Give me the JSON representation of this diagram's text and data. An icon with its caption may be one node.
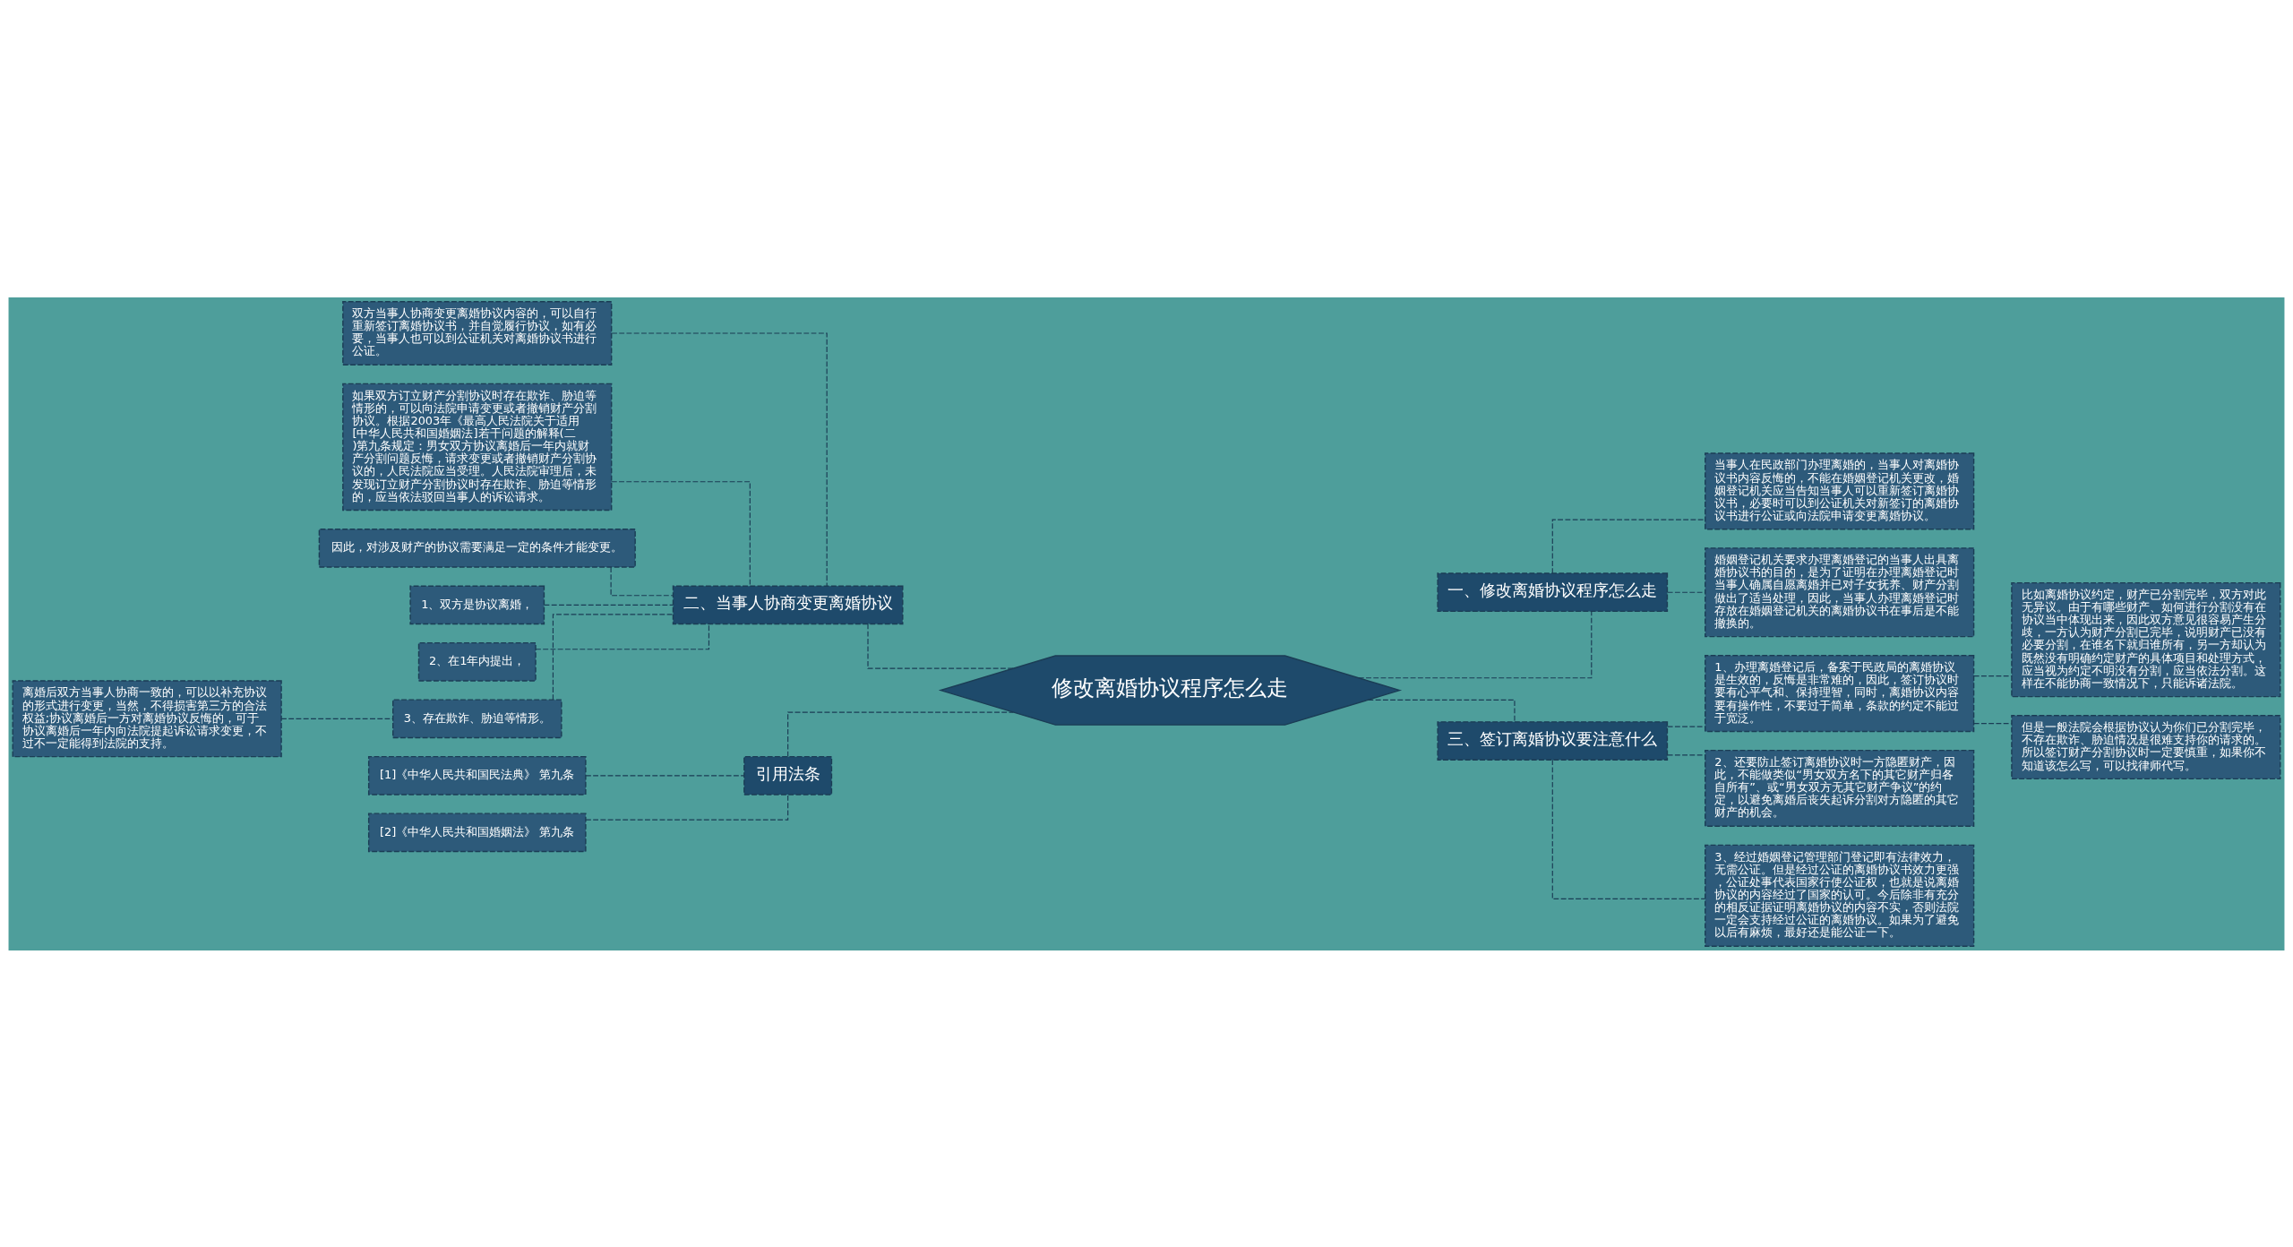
{
  "diagram": {
    "nodes": [
      {
        "text": [
          "修改离婚协议程序怎么走"
        ]
      },
      {
        "text": [
          "一、修改离婚协议程序怎么走"
        ]
      },
      {
        "text": [
          "当事人在民政部门办理离婚的，当事人对离婚协议书内容反悔的，不能在婚姻登记机关更改，婚姻登记机关应当告知当事人可以重新签订离婚协议书，必要时可以到公证机关对新签订的离婚协议书进行公证或向法院申请变更离婚协议。"
        ]
      },
      {
        "text": [
          "婚姻登记机关要求办理离婚登记的当事人出具离婚协议书的目的，是为了证明在办理离婚登记时当事人确属自愿离婚并已对子女抚养、财产分割做出了适当处理，因此，当事人办理离婚登记时存放在婚姻登记机关的离婚协议书在事后是不能撤换的。"
        ]
      },
      {
        "text": [
          "二、当事人协商变更离婚协议"
        ]
      },
      {
        "text": [
          "双方当事人协商变更离婚协议内容的，可以自行重新签订离婚协议书，并自觉履行协议，如有必要，当事人也可以到公证机关对离婚协议书进行公证。"
        ]
      },
      {
        "text": [
          "如果双方订立财产分割协议时存在欺诈、胁迫等情形的，可以向法院申请变更或者撤销财产分割协议。根据2003年《最高人民法院关于适用[中华人民共和国婚姻法]若干问题的解释(二)第九条规定：男女双方协议离婚后一年内就财产分割问题反悔，请求变更或者撤销财产分割协议的，人民法院应当受理。人民法院审理后，未发现订立财产分割协议时存在欺诈、胁迫等情形的，应当依法驳回当事人的诉讼请求。"
        ]
      },
      {
        "text": [
          "因此，对涉及财产的协议需要满足一定的条件才能变更。"
        ]
      },
      {
        "text": [
          "1、双方是协议离婚，"
        ]
      },
      {
        "text": [
          "2、在1年内提出，"
        ]
      },
      {
        "text": [
          "3、存在欺诈、胁迫等情形。"
        ]
      },
      {
        "text": [
          "离婚后双方当事人协商一致的，可以以补充协议的形式进行变更，当然，不得损害第三方的合法权益;协议离婚后一方对离婚协议反悔的，可于协议离婚后一年内向法院提起诉讼请求变更，不过不一定能得到法院的支持。"
        ]
      },
      {
        "text": [
          "三、签订离婚协议要注意什么"
        ]
      },
      {
        "text": [
          "1、办理离婚登记后，备案于民政局的离婚协议是生效的，反悔是非常难的，因此，签订协议时要有心平气和、保持理智，同时，离婚协议内容要有操作性，不要过于简单，条款的约定不能过于宽泛。"
        ]
      },
      {
        "text": [
          "比如离婚协议约定，财产已分割完毕，双方对此无异议。由于有哪些财产、如何进行分割没有在协议当中体现出来，因此双方意见很容易产生分歧，一方认为财产分割已完毕，说明财产已没有必要分割，在谁名下就归谁所有，另一方却认为既然没有明确约定财产的具体项目和处理方式，应当视为约定不明没有分割，应当依法分割。这样在不能协商一致情况下，只能诉诸法院。"
        ]
      },
      {
        "text": [
          "但是一般法院会根据协议认为你们已分割完毕，不存在欺诈、胁迫情况是很难支持你的请求的。所以签订财产分割协议时一定要慎重，如果你不知道该怎么写，可以找律师代写。"
        ]
      },
      {
        "text": [
          "2、还要防止签订离婚协议时一方隐匿财产，因此，不能做类似“男女双方名下的其它财产归各自所有”、或“男女双方无其它财产争议”的约定，以避免离婚后丧失起诉分割对方隐匿的其它财产的机会。"
        ]
      },
      {
        "text": [
          "3、经过婚姻登记管理部门登记即有法律效力，无需公证。但是经过公证的离婚协议书效力更强，公证处事代表国家行使公证权，也就是说离婚协议的内容经过了国家的认可。今后除非有充分的相反证据证明离婚协议的内容不实，否则法院一定会支持经过公证的离婚协议。如果为了避免以后有麻烦，最好还是能公证一下。"
        ]
      },
      {
        "text": [
          "引用法条"
        ]
      },
      {
        "text": [
          "[1]《中华人民共和国民法典》 第九条"
        ]
      },
      {
        "text": [
          "[2]《中华人民共和国婚姻法》 第九条"
        ]
      }
    ],
    "edges": [
      {
        "from": 0,
        "to": 1,
        "arrow": "none"
      },
      {
        "from": 1,
        "to": 2,
        "arrow": "none"
      },
      {
        "from": 1,
        "to": 3,
        "arrow": "none"
      },
      {
        "from": 0,
        "to": 4,
        "arrow": "none"
      },
      {
        "from": 4,
        "to": 5,
        "arrow": "none"
      },
      {
        "from": 4,
        "to": 6,
        "arrow": "none"
      },
      {
        "from": 4,
        "to": 7,
        "arrow": "none"
      },
      {
        "from": 4,
        "to": 8,
        "arrow": "none"
      },
      {
        "from": 4,
        "to": 9,
        "arrow": "none"
      },
      {
        "from": 4,
        "to": 10,
        "arrow": "none"
      },
      {
        "from": 10,
        "to": 11,
        "arrow": "none"
      },
      {
        "from": 0,
        "to": 12,
        "arrow": "none"
      },
      {
        "from": 12,
        "to": 13,
        "arrow": "none"
      },
      {
        "from": 13,
        "to": 14,
        "arrow": "none"
      },
      {
        "from": 13,
        "to": 15,
        "arrow": "none"
      },
      {
        "from": 12,
        "to": 16,
        "arrow": "none"
      },
      {
        "from": 12,
        "to": 17,
        "arrow": "none"
      },
      {
        "from": 0,
        "to": 18,
        "arrow": "none"
      },
      {
        "from": 18,
        "to": 19,
        "arrow": "none"
      },
      {
        "from": 18,
        "to": 20,
        "arrow": "none"
      }
    ]
  }
}
